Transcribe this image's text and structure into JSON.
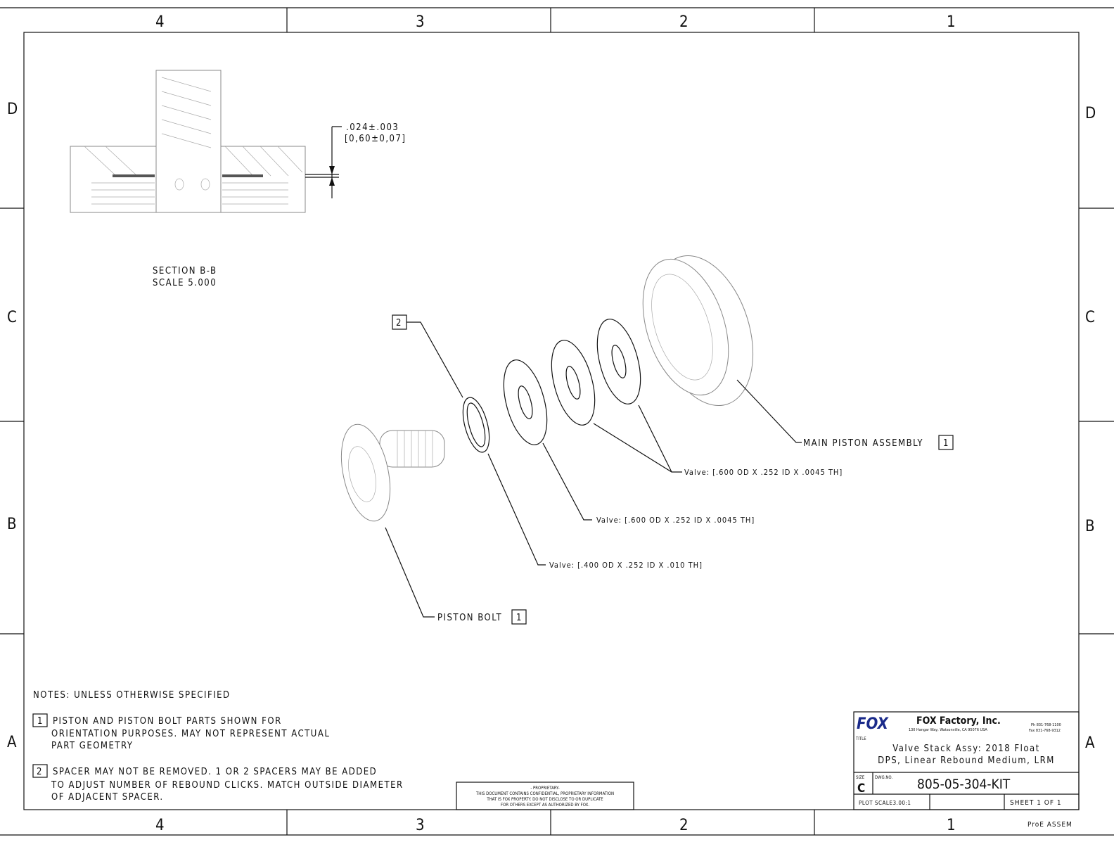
{
  "zones": {
    "columns": [
      "4",
      "3",
      "2",
      "1"
    ],
    "rows": [
      "D",
      "C",
      "B",
      "A"
    ]
  },
  "section": {
    "dim_in": ".024±.003",
    "dim_mm": "[0,60±0,07]",
    "title": "SECTION  B-B",
    "scale": "SCALE  5.000"
  },
  "callouts": {
    "spacer_balloon": "2",
    "main_piston": "MAIN PISTON ASSEMBLY",
    "main_piston_balloon": "1",
    "valve_1": "Valve: [.600 OD X .252 ID X .0045 TH]",
    "valve_2": "Valve: [.600 OD X .252 ID X .0045 TH]",
    "valve_3": "Valve: [.400 OD X .252 ID X .010 TH]",
    "piston_bolt": "PISTON BOLT",
    "piston_bolt_balloon": "1"
  },
  "notes": {
    "header": "NOTES: UNLESS OTHERWISE SPECIFIED",
    "n1_num": "1",
    "n1_lines": [
      "PISTON AND PISTON BOLT PARTS SHOWN FOR",
      "ORIENTATION PURPOSES. MAY NOT REPRESENT ACTUAL",
      "PART GEOMETRY"
    ],
    "n2_num": "2",
    "n2_lines": [
      "SPACER MAY NOT BE REMOVED.  1 OR 2 SPACERS MAY BE ADDED",
      "TO ADJUST NUMBER OF REBOUND CLICKS. MATCH OUTSIDE DIAMETER",
      "OF ADJACENT SPACER."
    ]
  },
  "proprietary": [
    "- PROPRIETARY-",
    "THIS DOCUMENT CONTAINS CONFIDENTIAL, PROPRIETARY INFORMATION",
    "THAT IS FOX PROPERTY.  DO NOT DISCLOSE TO OR DUPLICATE",
    "FOR OTHERS EXCEPT AS AUTHORIZED BY FOX."
  ],
  "title_block": {
    "logo": "FOX",
    "company": "FOX Factory, Inc.",
    "address": "130 Hangar Way, Watsonville, CA 95076 USA",
    "phone": "Ph 831-768-1100",
    "fax": "Fax 831-768-9312",
    "title_label": "TITLE",
    "title_line1": "Valve Stack Assy: 2018 Float",
    "title_line2": "DPS, Linear Rebound Medium, LRM",
    "size_label": "SIZE",
    "size": "C",
    "dwg_label": "DWG.NO.",
    "dwg_no": "805-05-304-KIT",
    "plot_scale": "PLOT SCALE3.00:1",
    "sheet": "SHEET 1 OF 1",
    "software": "ProE ASSEM"
  },
  "colors": {
    "logo": "#1a2a8a"
  }
}
